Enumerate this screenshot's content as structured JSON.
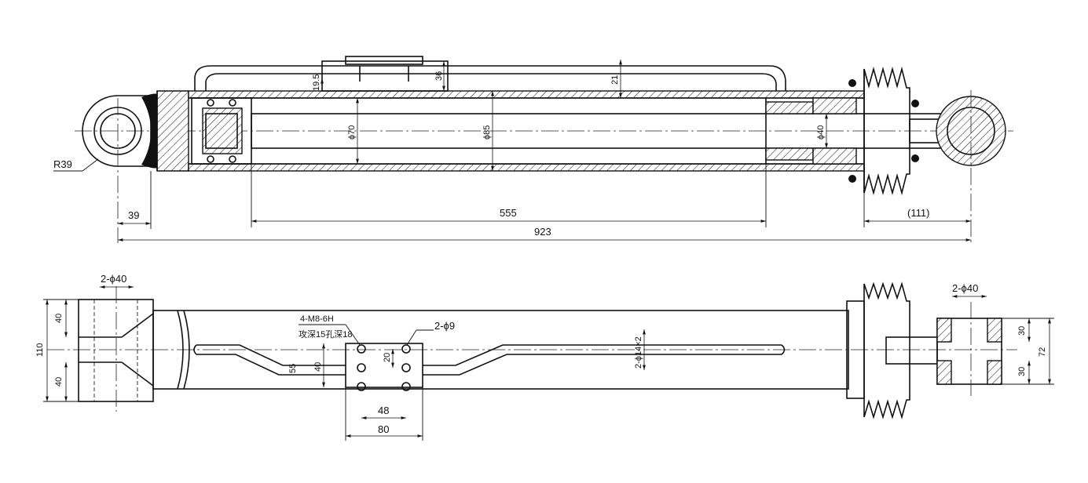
{
  "top_view": {
    "dim_radius": "R39",
    "dim_39": "39",
    "dim_555": "555",
    "dim_111": "(111)",
    "dim_923": "923",
    "dim_19_5": "19.5",
    "dim_36": "36",
    "dim_21": "21",
    "dim_phi70": "ϕ70",
    "dim_phi85": "ϕ85",
    "dim_phi40": "ϕ40"
  },
  "bottom_view": {
    "holes_left": "2-ϕ40",
    "holes_right": "2-ϕ40",
    "dim_40_upper": "40",
    "dim_40_lower": "40",
    "dim_110": "110",
    "thread_spec": "4-M8-6H",
    "thread_depth": "攻深15孔深18",
    "holes_small": "2-ϕ9",
    "pipe_spec": "2-ϕ14×2",
    "dim_55": "55",
    "dim_40_block": "40",
    "dim_20": "20",
    "dim_48": "48",
    "dim_80": "80",
    "dim_30_upper": "30",
    "dim_30_lower": "30",
    "dim_72": "72"
  }
}
